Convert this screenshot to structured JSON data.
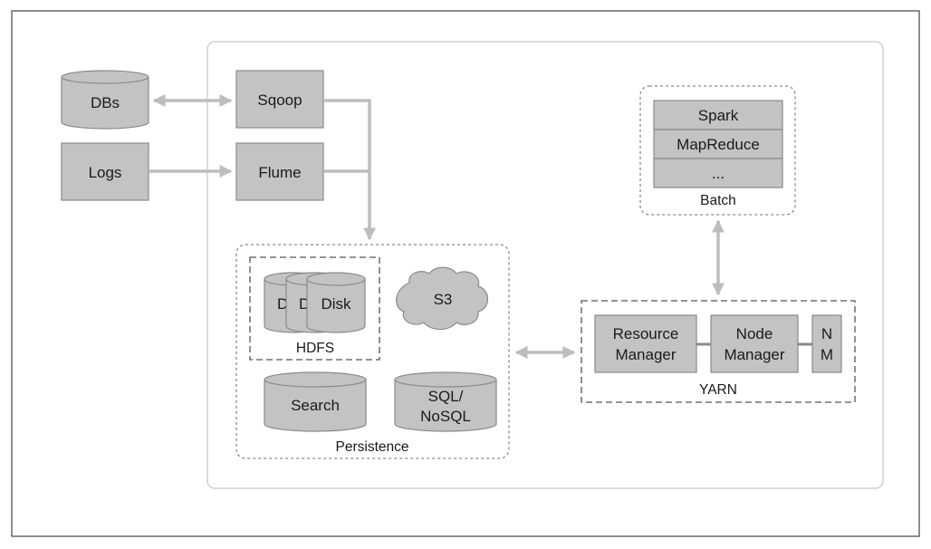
{
  "sources": {
    "dbs": "DBs",
    "logs": "Logs"
  },
  "ingest": {
    "sqoop": "Sqoop",
    "flume": "Flume"
  },
  "batch": {
    "title": "Batch",
    "items": [
      "Spark",
      "MapReduce",
      "..."
    ]
  },
  "persistence": {
    "title": "Persistence",
    "hdfs": {
      "title": "HDFS",
      "disk_labels": [
        "D",
        "D",
        "Disk"
      ]
    },
    "s3": "S3",
    "search": "Search",
    "sql_line1": "SQL/",
    "sql_line2": "NoSQL"
  },
  "yarn": {
    "title": "YARN",
    "resource_manager_line1": "Resource",
    "resource_manager_line2": "Manager",
    "node_manager_line1": "Node",
    "node_manager_line2": "Manager",
    "nm_line1": "N",
    "nm_line2": "M"
  },
  "colors": {
    "shape_fill": "#c3c3c3",
    "shape_stroke": "#8a8a8a",
    "arrow": "#bdbdbd",
    "frame": "#d0d0d0"
  }
}
